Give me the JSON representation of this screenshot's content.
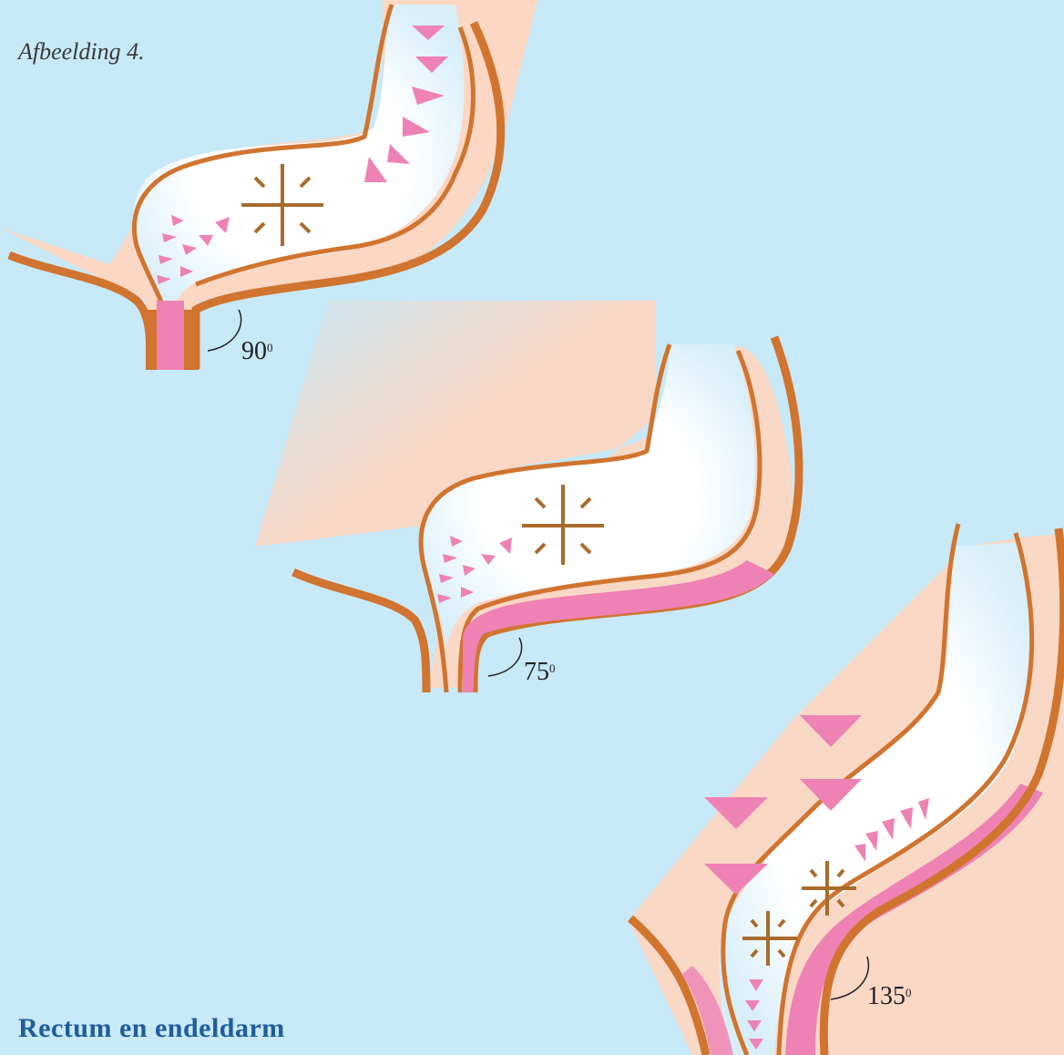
{
  "figure": {
    "caption": "Afbeelding 4.",
    "title": "Rectum en endeldarm",
    "panels": [
      {
        "angle": "90",
        "degree_mark": "0"
      },
      {
        "angle": "75",
        "degree_mark": "0"
      },
      {
        "angle": "135",
        "degree_mark": "0"
      }
    ]
  },
  "colors": {
    "background": "#c8e9f8",
    "wall": "#d0742f",
    "tissue": "#fcd7c3",
    "pressure": "#ee82b4",
    "lumen": "#ffffff",
    "star": "#a86b2c",
    "title": "#1f5c9c"
  }
}
